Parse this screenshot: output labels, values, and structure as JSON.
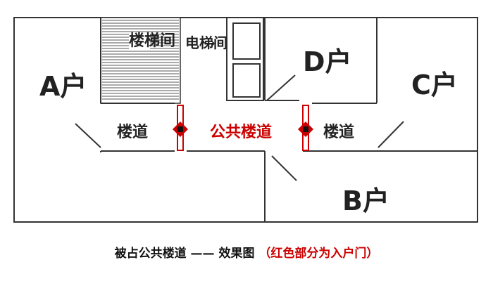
{
  "labels": {
    "unit_a": "A户",
    "unit_b": "B户",
    "unit_c": "C户",
    "unit_d": "D户",
    "stairwell": "楼梯间",
    "elevator": "电梯间",
    "corridor_left": "楼道",
    "corridor_right": "楼道",
    "public_corridor": "公共楼道"
  },
  "arrow": "→",
  "caption": {
    "main": "被占公共楼道 —— 效果图",
    "note": "（红色部分为入户门）"
  },
  "colors": {
    "wall": "#333333",
    "entry_door": "#cc0000",
    "text": "#222222"
  }
}
